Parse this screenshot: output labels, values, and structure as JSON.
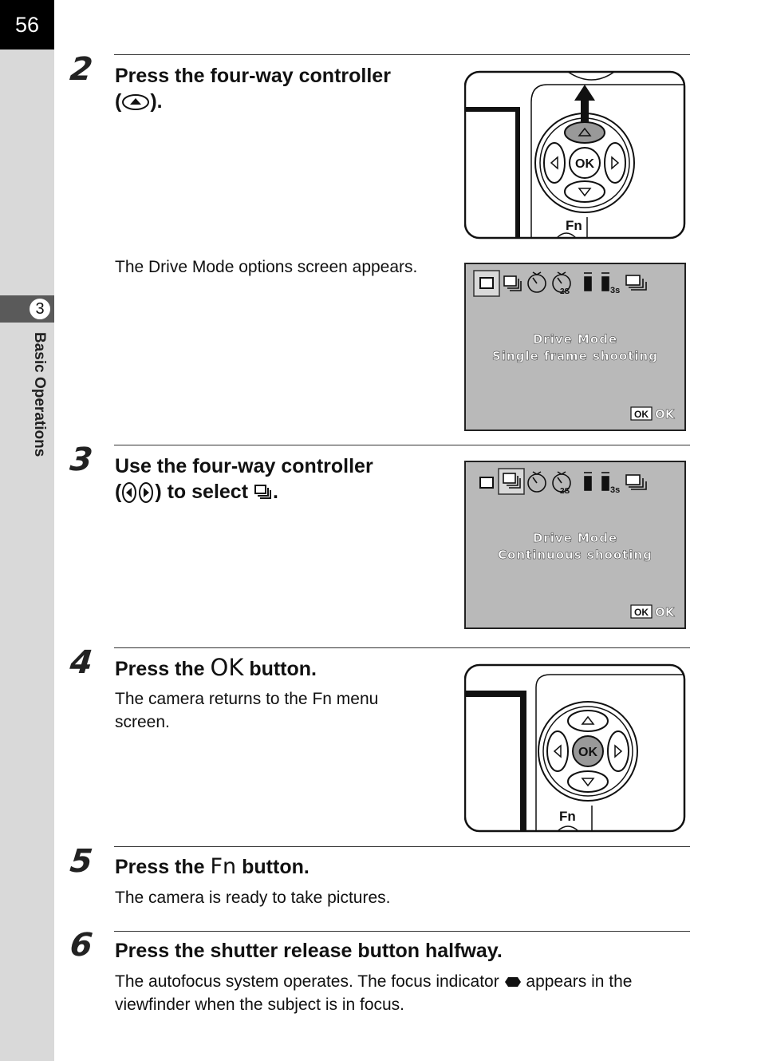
{
  "page": {
    "number": "56",
    "chapter_number": "3",
    "chapter_title": "Basic Operations"
  },
  "steps": [
    {
      "num": "2",
      "heading_pre": "Press the four-way controller",
      "heading_post": ")."
    },
    {
      "num": "3",
      "heading_line1": "Use the four-way controller",
      "heading_mid": ") to select",
      "heading_end": "."
    },
    {
      "num": "4",
      "heading_pre": "Press the",
      "ok": "OK",
      "heading_post": "button.",
      "body": "The camera returns to the Fn menu screen."
    },
    {
      "num": "5",
      "heading_pre": "Press the",
      "fn": "Fn",
      "heading_post": "button.",
      "body": "The camera is ready to take pictures."
    },
    {
      "num": "6",
      "heading": "Press the shutter release button halfway.",
      "body_pre": "The autofocus system operates. The focus indicator",
      "body_post": "appears in the viewfinder when the subject is in focus."
    }
  ],
  "step2_note": "The Drive Mode options screen appears.",
  "screens": [
    {
      "title": "Drive Mode",
      "subtitle": "Single frame shooting",
      "ok_icon": "OK",
      "ok_label": "OK"
    },
    {
      "title": "Drive Mode",
      "subtitle": "Continuous shooting",
      "ok_icon": "OK",
      "ok_label": "OK"
    }
  ],
  "drive_icons": [
    "single-frame-icon",
    "continuous-icon",
    "self-timer-icon",
    "self-timer-2s-icon",
    "remote-icon",
    "remote-3s-icon",
    "auto-bracket-icon"
  ],
  "timer_2s": "2S",
  "remote_3s": "3s",
  "camera": {
    "ok_label": "OK",
    "fn_label": "Fn"
  },
  "colors": {
    "screen_bg": "#b9b9b9",
    "sidebar": "#d9d9d9",
    "tab": "#5a5a5a"
  }
}
